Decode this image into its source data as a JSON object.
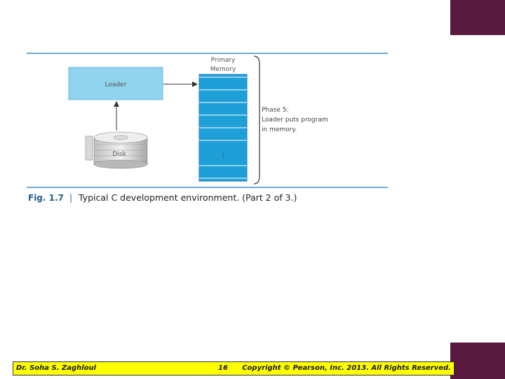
{
  "figure": {
    "primary_memory_label_line1": "Primary",
    "primary_memory_label_line2": "Memory",
    "loader_label": "Loader",
    "disk_label": "Disk",
    "ellipsis": "⋮",
    "phase_line1": "Phase 5:",
    "phase_line2": "Loader puts program",
    "phase_line3": "in memory.",
    "caption_number": "Fig. 1.7",
    "caption_separator": "|",
    "caption_text": "Typical C development environment. (Part 2 of 3.)",
    "colors": {
      "box_fill": "#8fd3ef",
      "memory_fill": "#1f9fd8",
      "rule": "#3b8fc8",
      "caption_number": "#1f5e8a",
      "corner": "#5a1a3f",
      "footer_bg": "#ffff00"
    }
  },
  "footer": {
    "author": "Dr. Soha S. Zaghloul",
    "page": "16",
    "copyright": "Copyright © Pearson, Inc. 2013. All Rights Reserved."
  }
}
